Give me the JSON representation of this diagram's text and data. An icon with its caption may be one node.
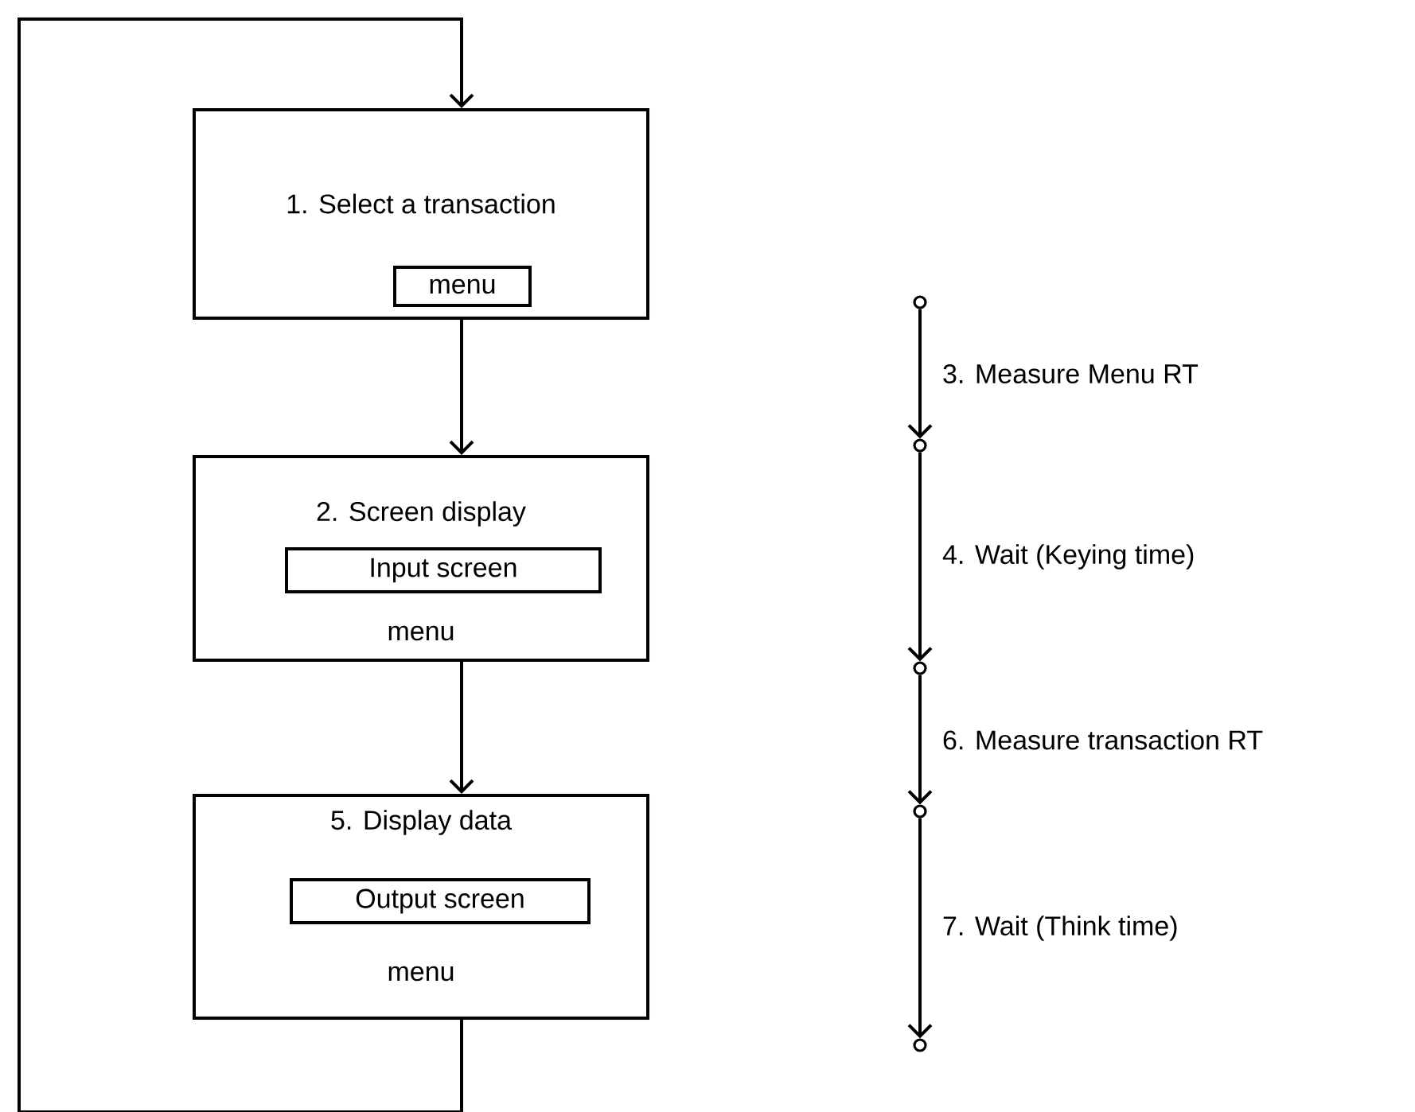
{
  "diagram": {
    "nodes": [
      {
        "text": [
          "1. Select a transaction"
        ]
      },
      {
        "text": [
          "menu"
        ],
        "in": 0
      },
      {
        "text": [
          "2. Screen display",
          "menu"
        ]
      },
      {
        "text": [
          "Input screen"
        ],
        "in": 2
      },
      {
        "text": [
          "5. Display data",
          "menu"
        ]
      },
      {
        "text": [
          "Output screen"
        ],
        "in": 4
      },
      {
        "text": [],
        "shape": "circle"
      },
      {
        "text": [],
        "shape": "circle"
      },
      {
        "text": [],
        "shape": "circle"
      },
      {
        "text": [],
        "shape": "circle"
      },
      {
        "text": [],
        "shape": "circle"
      }
    ],
    "edges": [
      {
        "from": 0,
        "to": 2,
        "arrow": "to"
      },
      {
        "from": 2,
        "to": 4,
        "arrow": "to"
      },
      {
        "from": 4,
        "to": 0,
        "arrow": "to"
      },
      {
        "from": 6,
        "to": 7,
        "arrow": "to",
        "label": "3. Measure Menu RT"
      },
      {
        "from": 7,
        "to": 8,
        "arrow": "to",
        "label": "4. Wait (Keying time)"
      },
      {
        "from": 8,
        "to": 9,
        "arrow": "to",
        "label": "6. Measure transaction RT"
      },
      {
        "from": 9,
        "to": 10,
        "arrow": "to",
        "label": "7. Wait (Think time)"
      }
    ]
  }
}
